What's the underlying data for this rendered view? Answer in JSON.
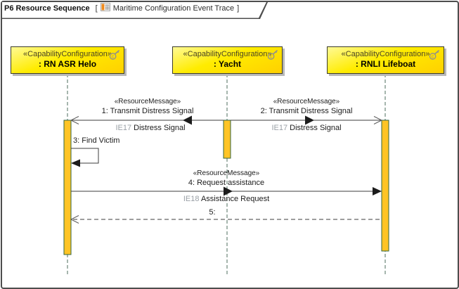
{
  "frame": {
    "title": "P6 Resource Sequence",
    "bracket_open": "[",
    "subtitle": "Maritime Configuration Event Trace",
    "bracket_close": "]"
  },
  "lifelines": [
    {
      "stereotype": "«CapabilityConfiguration»",
      "name": ": RN ASR Helo"
    },
    {
      "stereotype": "«CapabilityConfiguration»",
      "name": ": Yacht"
    },
    {
      "stereotype": "«CapabilityConfiguration»",
      "name": ": RNLI Lifeboat"
    }
  ],
  "messages": [
    {
      "stereotype": "«ResourceMessage»",
      "label": "1: Transmit Distress Signal",
      "exchange_id": "IE17",
      "exchange_name": "Distress Signal",
      "from": ": Yacht",
      "to": ": RN ASR Helo",
      "kind": "async"
    },
    {
      "stereotype": "«ResourceMessage»",
      "label": "2: Transmit Distress Signal",
      "exchange_id": "IE17",
      "exchange_name": "Distress Signal",
      "from": ": Yacht",
      "to": ": RNLI Lifeboat",
      "kind": "async"
    },
    {
      "label": "3: Find Victim",
      "from": ": RN ASR Helo",
      "to": ": RN ASR Helo",
      "kind": "self"
    },
    {
      "stereotype": "«ResourceMessage»",
      "label": "4: Request assistance",
      "exchange_id": "IE18",
      "exchange_name": "Assistance Request",
      "from": ": RN ASR Helo",
      "to": ": RNLI Lifeboat",
      "kind": "sync"
    },
    {
      "label": "5:",
      "from": ": RNLI Lifeboat",
      "to": ": RN ASR Helo",
      "kind": "return"
    }
  ],
  "colors": {
    "head_fill_top": "#FFFA96",
    "head_fill_bottom": "#FFD000",
    "activation_fill": "#FFC425",
    "activation_border": "#33663F",
    "lifeline_dash": "#4E6E5C",
    "message_line": "#3D3D3D",
    "ie_prefix_text": "#9AA0A6",
    "frame_border": "#4D4D4D",
    "shadow": "#B8B8B8",
    "title_icon_orange": "#EF8A1D"
  }
}
